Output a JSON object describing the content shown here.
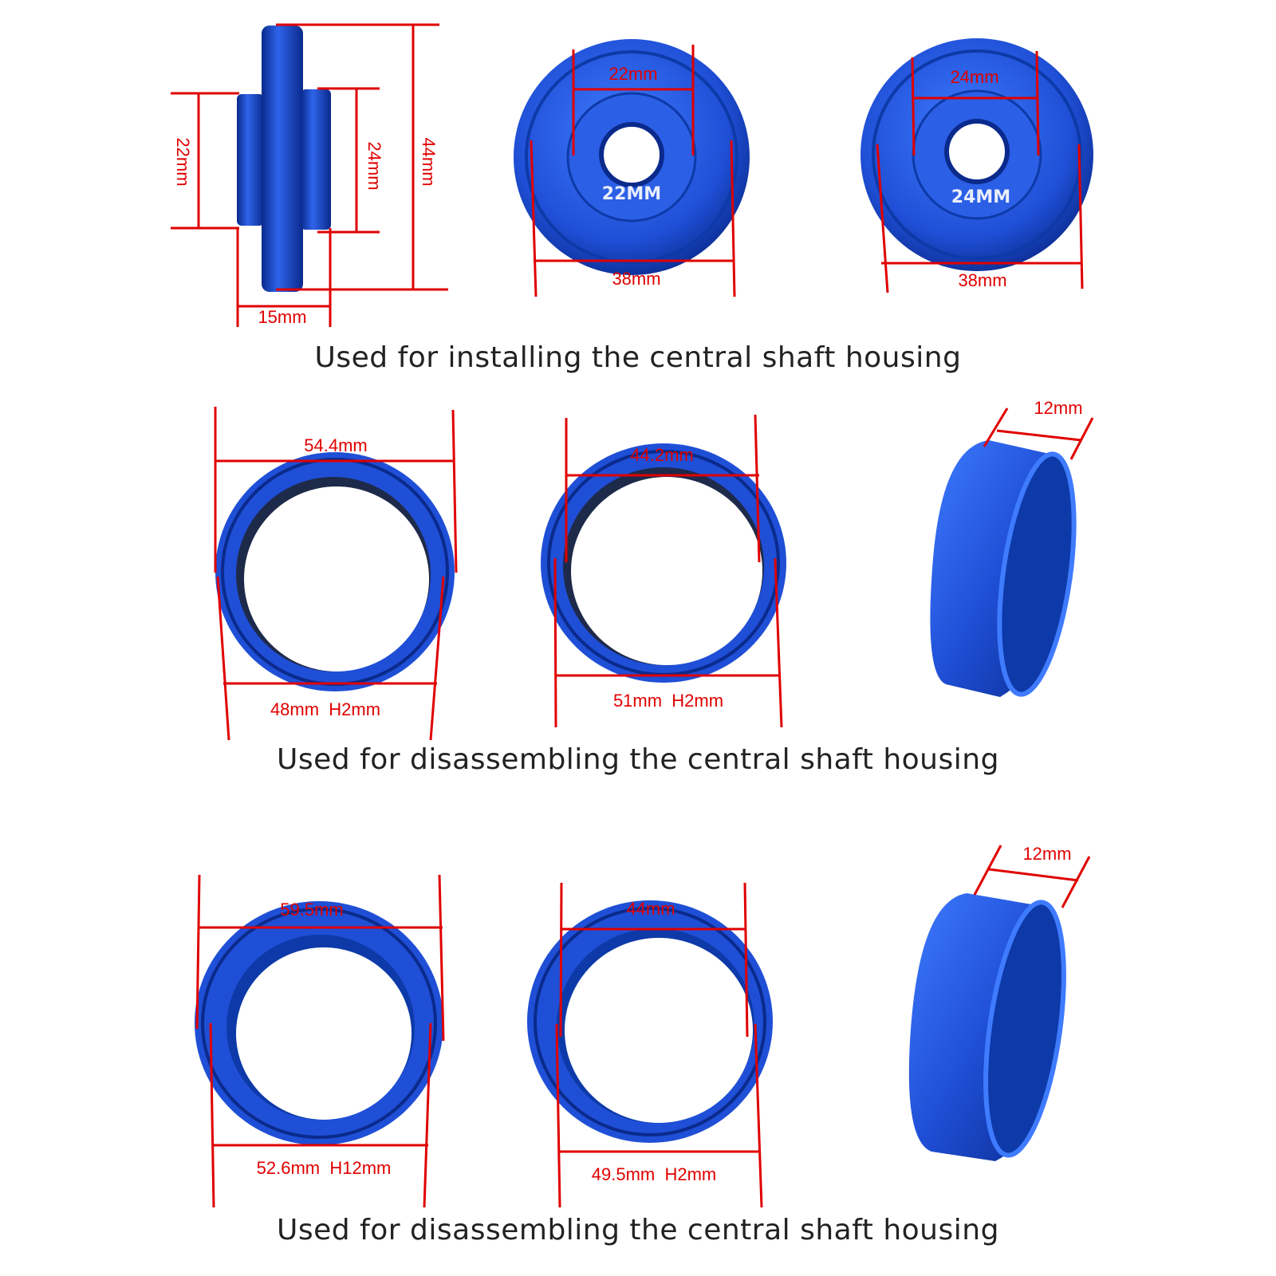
{
  "colors": {
    "metal_dark": "#0a2a8c",
    "metal_mid": "#1f4fd6",
    "metal_light": "#3f7bff",
    "dimension": "#e00000",
    "caption": "#222222"
  },
  "sections": [
    {
      "caption": "Used for installing the central shaft housing",
      "parts": [
        {
          "kind": "side-profile",
          "dims": {
            "left": "22mm",
            "inner": "24mm",
            "outer": "44mm",
            "bottom": "15mm"
          }
        },
        {
          "kind": "stepped-disc",
          "top": "22mm",
          "engraving": "22MM",
          "bottom": "38mm"
        },
        {
          "kind": "stepped-disc",
          "top": "24mm",
          "engraving": "24MM",
          "bottom": "38mm"
        }
      ]
    },
    {
      "caption": "Used for disassembling the central shaft housing",
      "parts": [
        {
          "kind": "ring",
          "top": "54.4mm",
          "bottom": "48mm  H2mm"
        },
        {
          "kind": "ring",
          "top": "44.2mm",
          "bottom": "51mm  H2mm"
        },
        {
          "kind": "sleeve",
          "top": "12mm"
        }
      ]
    },
    {
      "caption": "Used for disassembling the central shaft housing",
      "parts": [
        {
          "kind": "ring",
          "top": "59.5mm",
          "bottom": "52.6mm  H12mm"
        },
        {
          "kind": "ring",
          "top": "44mm",
          "bottom": "49.5mm  H2mm"
        },
        {
          "kind": "sleeve",
          "top": "12mm"
        }
      ]
    }
  ]
}
